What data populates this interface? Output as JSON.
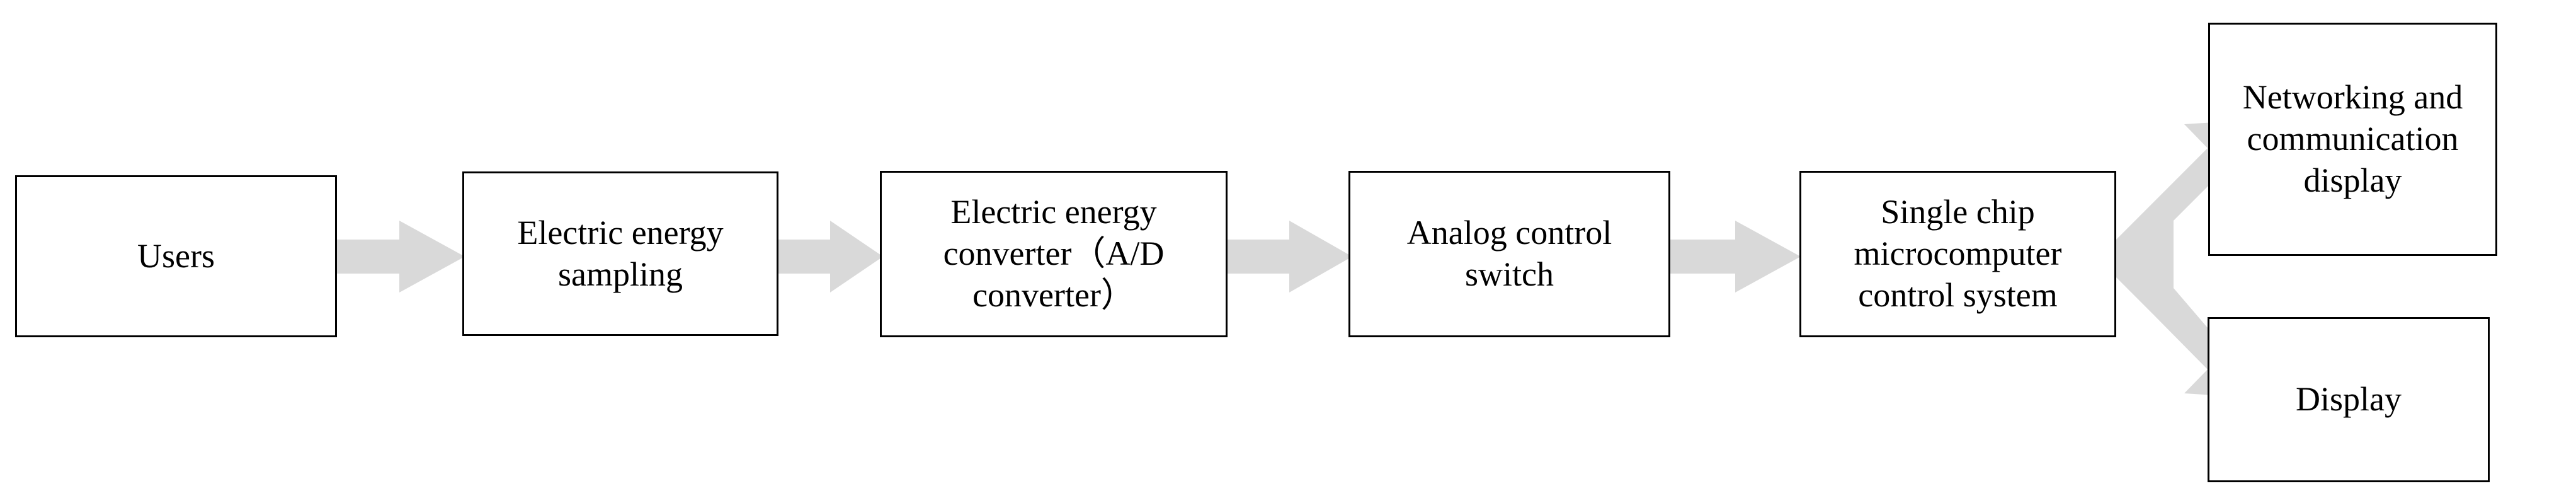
{
  "diagram": {
    "type": "flowchart",
    "orientation": "left-to-right",
    "background_color": "#ffffff",
    "box_border_color": "#000000",
    "arrow_color": "#d9d9d9",
    "text_color": "#000000",
    "nodes": [
      {
        "id": "users",
        "label": "Users"
      },
      {
        "id": "sampling",
        "label": "Electric energy\nsampling"
      },
      {
        "id": "converter",
        "label": "Electric energy\nconverter（A/D\nconverter）"
      },
      {
        "id": "switch",
        "label": "Analog control\nswitch"
      },
      {
        "id": "mcu",
        "label": "Single chip\nmicrocomputer\ncontrol system"
      },
      {
        "id": "networking",
        "label": "Networking and\ncommunication\ndisplay"
      },
      {
        "id": "display",
        "label": "Display"
      }
    ],
    "edges": [
      {
        "id": "e1",
        "from": "users",
        "to": "sampling",
        "style": "block-arrow-right"
      },
      {
        "id": "e2",
        "from": "sampling",
        "to": "converter",
        "style": "block-arrow-right"
      },
      {
        "id": "e3",
        "from": "converter",
        "to": "switch",
        "style": "block-arrow-right"
      },
      {
        "id": "e4",
        "from": "switch",
        "to": "mcu",
        "style": "block-arrow-right"
      },
      {
        "id": "e5",
        "from": "mcu",
        "to": "networking",
        "style": "block-arrow-split-up"
      },
      {
        "id": "e6",
        "from": "mcu",
        "to": "display",
        "style": "block-arrow-split-down"
      }
    ]
  }
}
